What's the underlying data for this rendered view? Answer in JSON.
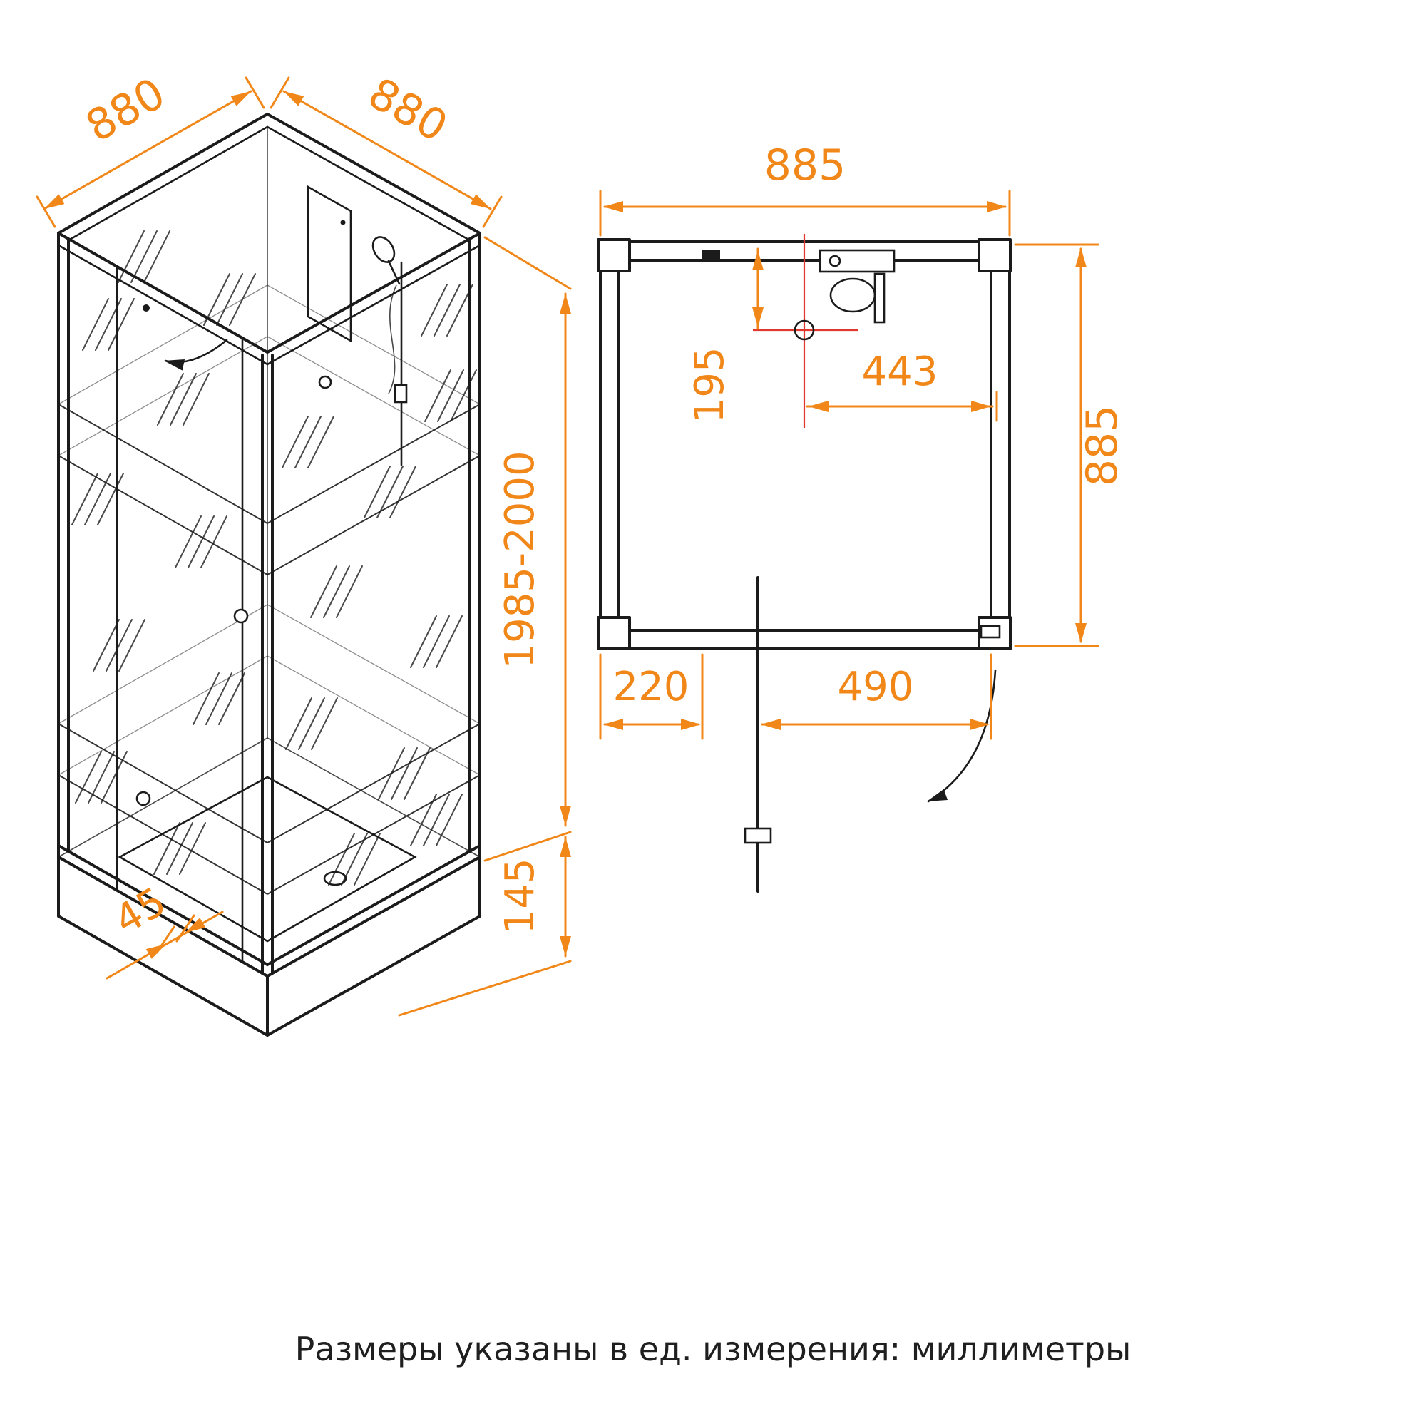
{
  "colors": {
    "accent": "#F08718",
    "line": "#1B1B1B",
    "red_centerline": "#E0382E",
    "background": "#FFFFFF"
  },
  "caption": "Размеры указаны в ед. измерения: миллиметры",
  "iso_view": {
    "width_left": "880",
    "width_right": "880",
    "height_range": "1985-2000",
    "tray_height": "145",
    "tray_lip": "45"
  },
  "plan_view": {
    "width_top": "885",
    "depth_right": "885",
    "mixer_offset_x": "443",
    "mixer_offset_y": "195",
    "side_panel": "220",
    "door_width": "490"
  }
}
